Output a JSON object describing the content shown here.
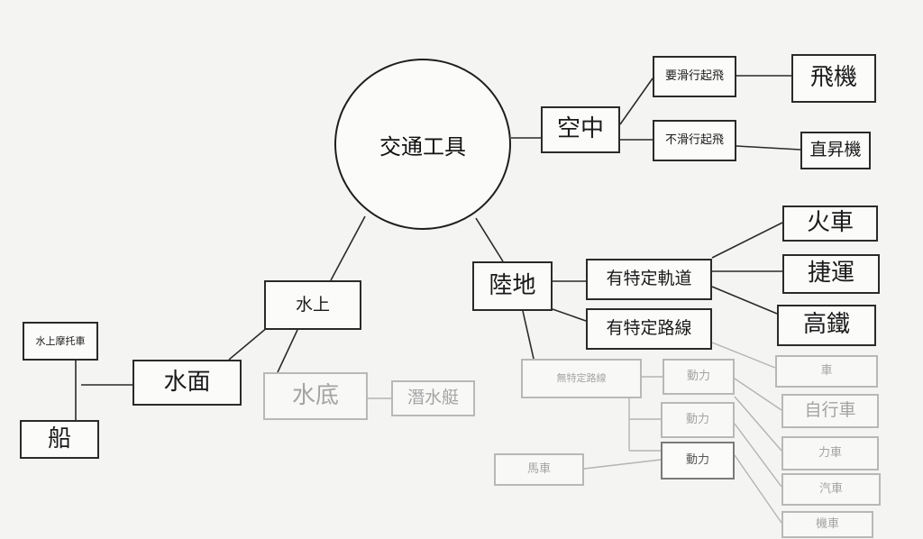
{
  "center": "交通工具",
  "air": {
    "label": "空中",
    "glide": "要滑行起飛",
    "noglide": "不滑行起飛",
    "plane": "飛機",
    "heli": "直昇機"
  },
  "land": {
    "label": "陸地",
    "track": "有特定軌道",
    "route": "有特定路線",
    "none": "無特定路線",
    "train": "火車",
    "mrt": "捷運",
    "hsr": "高鐵",
    "power": "動力",
    "power2": "動力",
    "power3": "動力",
    "carriage": "馬車",
    "v1": "車",
    "v2": "自行車",
    "v3": "力車",
    "v4": "汽車",
    "v5": "機車"
  },
  "water": {
    "label": "水上",
    "surface": "水面",
    "under": "水底",
    "hover": "水上摩托車",
    "ship": "船",
    "sub": "潛水艇"
  }
}
